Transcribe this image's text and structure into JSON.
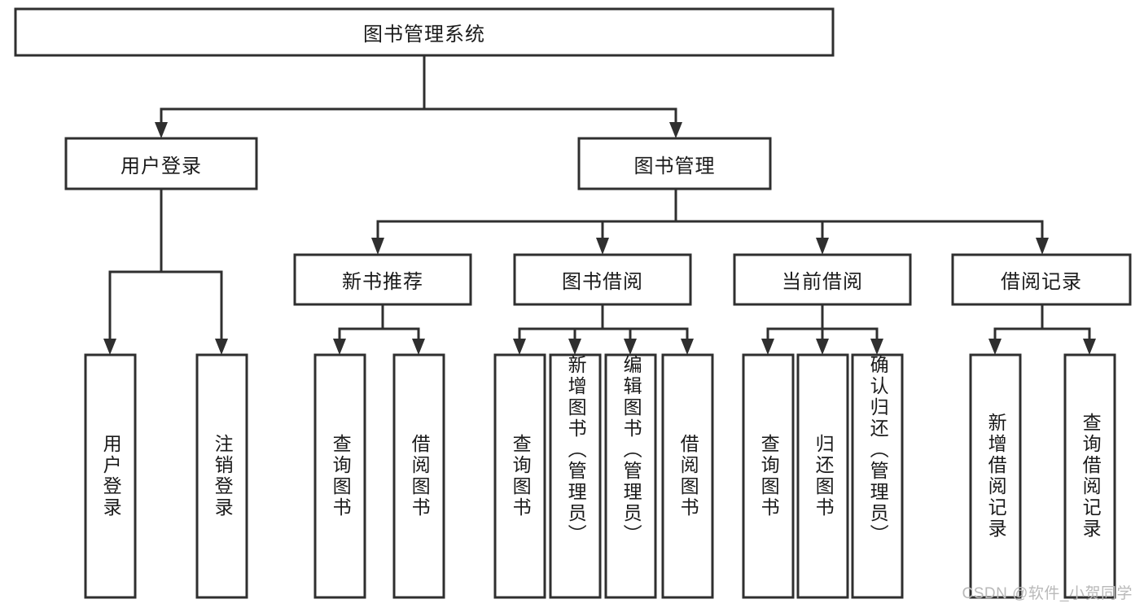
{
  "diagram": {
    "type": "tree-hierarchy",
    "title_node": {
      "label": "图书管理系统"
    },
    "level2": [
      {
        "id": "user-login",
        "label": "用户登录"
      },
      {
        "id": "book-management",
        "label": "图书管理"
      }
    ],
    "level3": [
      {
        "id": "new-book-recommend",
        "label": "新书推荐",
        "parent": "book-management"
      },
      {
        "id": "book-borrow",
        "label": "图书借阅",
        "parent": "book-management"
      },
      {
        "id": "current-borrow",
        "label": "当前借阅",
        "parent": "book-management"
      },
      {
        "id": "borrow-record",
        "label": "借阅记录",
        "parent": "book-management"
      }
    ],
    "leaves": {
      "user-login": [
        {
          "id": "leaf-user-login",
          "label": "用户登录"
        },
        {
          "id": "leaf-logout-login",
          "label": "注销登录"
        }
      ],
      "new-book-recommend": [
        {
          "id": "leaf-query-book-1",
          "label": "查询图书"
        },
        {
          "id": "leaf-borrow-book-1",
          "label": "借阅图书"
        }
      ],
      "book-borrow": [
        {
          "id": "leaf-query-book-2",
          "label": "查询图书"
        },
        {
          "id": "leaf-add-book",
          "label": "新增图书（管理员）"
        },
        {
          "id": "leaf-edit-book",
          "label": "编辑图书（管理员）"
        },
        {
          "id": "leaf-borrow-book-2",
          "label": "借阅图书"
        }
      ],
      "current-borrow": [
        {
          "id": "leaf-query-book-3",
          "label": "查询图书"
        },
        {
          "id": "leaf-return-book",
          "label": "归还图书"
        },
        {
          "id": "leaf-confirm-return",
          "label": "确认归还（管理员）"
        }
      ],
      "borrow-record": [
        {
          "id": "leaf-add-record",
          "label": "新增借阅记录"
        },
        {
          "id": "leaf-query-record",
          "label": "查询借阅记录"
        }
      ]
    },
    "colors": {
      "stroke": "#2f2f2f",
      "fill": "#ffffff",
      "text": "#1a1a1a",
      "watermark": "#b9b9b9"
    }
  },
  "watermark": {
    "text": "CSDN @软件_小贺同学"
  }
}
